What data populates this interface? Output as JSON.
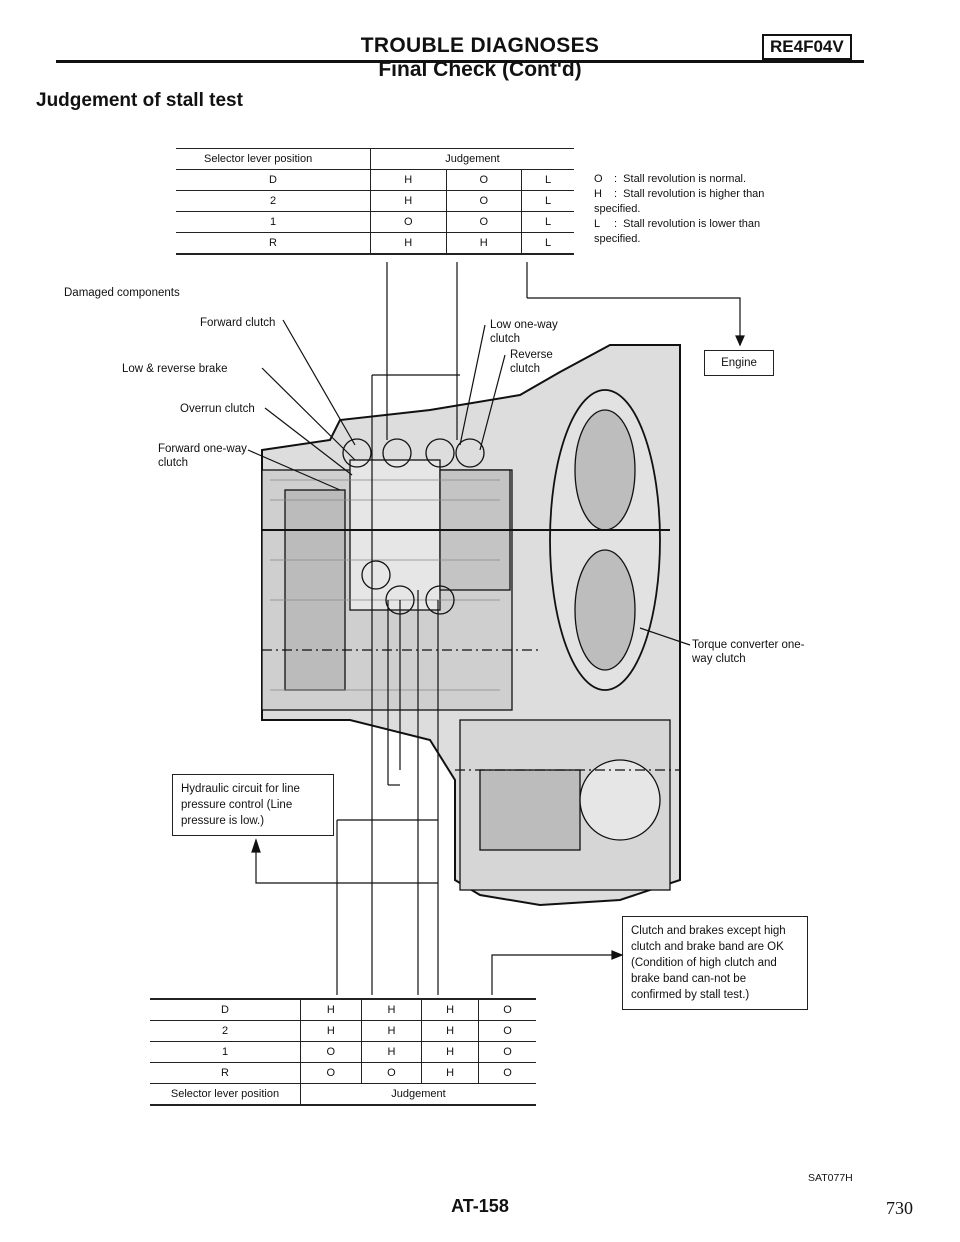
{
  "header": {
    "title": "TROUBLE DIAGNOSES",
    "model_badge": "RE4F04V",
    "subtitle": "Final Check (Cont'd)"
  },
  "section_title": "Judgement of stall test",
  "top_table": {
    "col_header_left": "Selector lever position",
    "col_header_right": "Judgement",
    "rows": [
      {
        "pos": "D",
        "v": [
          "H",
          "O",
          "L"
        ]
      },
      {
        "pos": "2",
        "v": [
          "H",
          "O",
          "L"
        ]
      },
      {
        "pos": "1",
        "v": [
          "O",
          "O",
          "L"
        ]
      },
      {
        "pos": "R",
        "v": [
          "H",
          "H",
          "L"
        ]
      }
    ]
  },
  "legend": [
    {
      "key": "O",
      "text": "Stall revolution is normal."
    },
    {
      "key": "H",
      "text": "Stall revolution is higher than specified."
    },
    {
      "key": "L",
      "text": "Stall revolution is lower than specified."
    }
  ],
  "damaged_components": "Damaged components",
  "labels": {
    "forward_clutch": "Forward clutch",
    "low_reverse_brake": "Low & reverse brake",
    "overrun_clutch": "Overrun clutch",
    "forward_one_way": "Forward one-way clutch",
    "low_one_way": "Low one-way clutch",
    "reverse_clutch": "Reverse clutch",
    "engine": "Engine",
    "torque_converter": "Torque converter one-way clutch",
    "hydraulic": "Hydraulic circuit for line pressure control (Line pressure is low.)",
    "clutch_brakes": "Clutch and brakes except high clutch and brake band are OK (Condition of high clutch and brake band can-not be confirmed by stall test.)"
  },
  "bottom_table": {
    "rows": [
      {
        "pos": "D",
        "v": [
          "H",
          "H",
          "H",
          "O"
        ]
      },
      {
        "pos": "2",
        "v": [
          "H",
          "H",
          "H",
          "O"
        ]
      },
      {
        "pos": "1",
        "v": [
          "O",
          "H",
          "H",
          "O"
        ]
      },
      {
        "pos": "R",
        "v": [
          "O",
          "O",
          "H",
          "O"
        ]
      }
    ],
    "col_footer_left": "Selector lever position",
    "col_footer_right": "Judgement"
  },
  "figure_code": "SAT077H",
  "page_code": "AT-158",
  "page_number": "730"
}
